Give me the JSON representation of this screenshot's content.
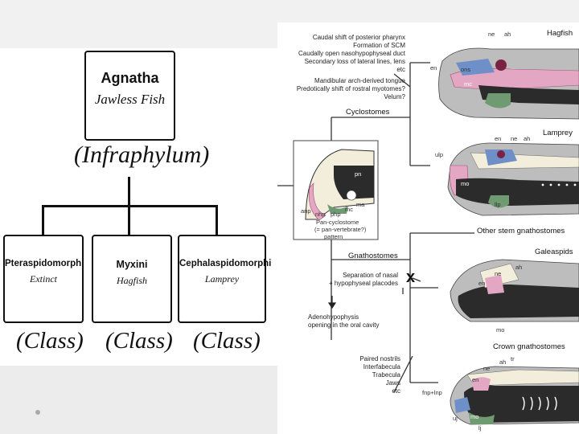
{
  "tree": {
    "root": {
      "title": "Agnatha",
      "subtitle": "Jawless Fish",
      "rank": "(Infraphylum)"
    },
    "children": [
      {
        "title": "Pteraspidomorphi",
        "subtitle": "Extinct",
        "rank": "(Class)"
      },
      {
        "title": "Myxini",
        "subtitle": "Hagfish",
        "rank": "(Class)"
      },
      {
        "title": "Cephalaspidomorphi",
        "subtitle": "Lamprey",
        "rank": "(Class)"
      }
    ]
  },
  "figure": {
    "cyclostome_traits": [
      "Caudal shift of posterior pharynx",
      "Formation of SCM",
      "Caudally open nasohypophyseal duct",
      "Secondary loss of lateral lines, lens",
      "etc",
      "Mandibular arch-derived tongue",
      "Predotically shift of rostral myotomes?",
      "Velum?"
    ],
    "cyclostomes_label": "Cyclostomes",
    "gnathostomes_label": "Gnathostomes",
    "separation_traits": [
      "Separation of nasal",
      "+ hypophyseal placodes"
    ],
    "adeno_traits": [
      "Adenohypophysis",
      "opening in the oral cavity"
    ],
    "crown_traits": [
      "Paired nostrils",
      "Interfabecula",
      "Trabecula",
      "Jaws",
      "etc"
    ],
    "inset": {
      "labels": {
        "pn": "pn",
        "anp": "anp",
        "nhp": "nhp",
        "php": "php",
        "mc": "mc",
        "ma": "ma"
      },
      "caption": [
        "Pan-cyclostome",
        "(= pan-vertebrate?)",
        "pattern"
      ]
    },
    "taxa": {
      "hagfish": "Hagfish",
      "lamprey": "Lamprey",
      "other_stem": "Other stem gnathostomes",
      "galeaspids": "Galeaspids",
      "crown": "Crown gnathostomes"
    },
    "anat": {
      "ne": "ne",
      "ah": "ah",
      "en": "en",
      "ons": "ons",
      "mo": "mo",
      "ulp": "ulp",
      "llp": "llp",
      "tr": "tr",
      "fnp_lnp": "fnp+lnp",
      "uj": "uj",
      "lj": "lj",
      "x": "x"
    },
    "colors": {
      "pink": "#e3a7c3",
      "blue": "#6e8fc7",
      "green": "#6f9a72",
      "dark": "#2b2b2b",
      "grey": "#bdbdbd",
      "cream": "#f2eedb"
    }
  }
}
